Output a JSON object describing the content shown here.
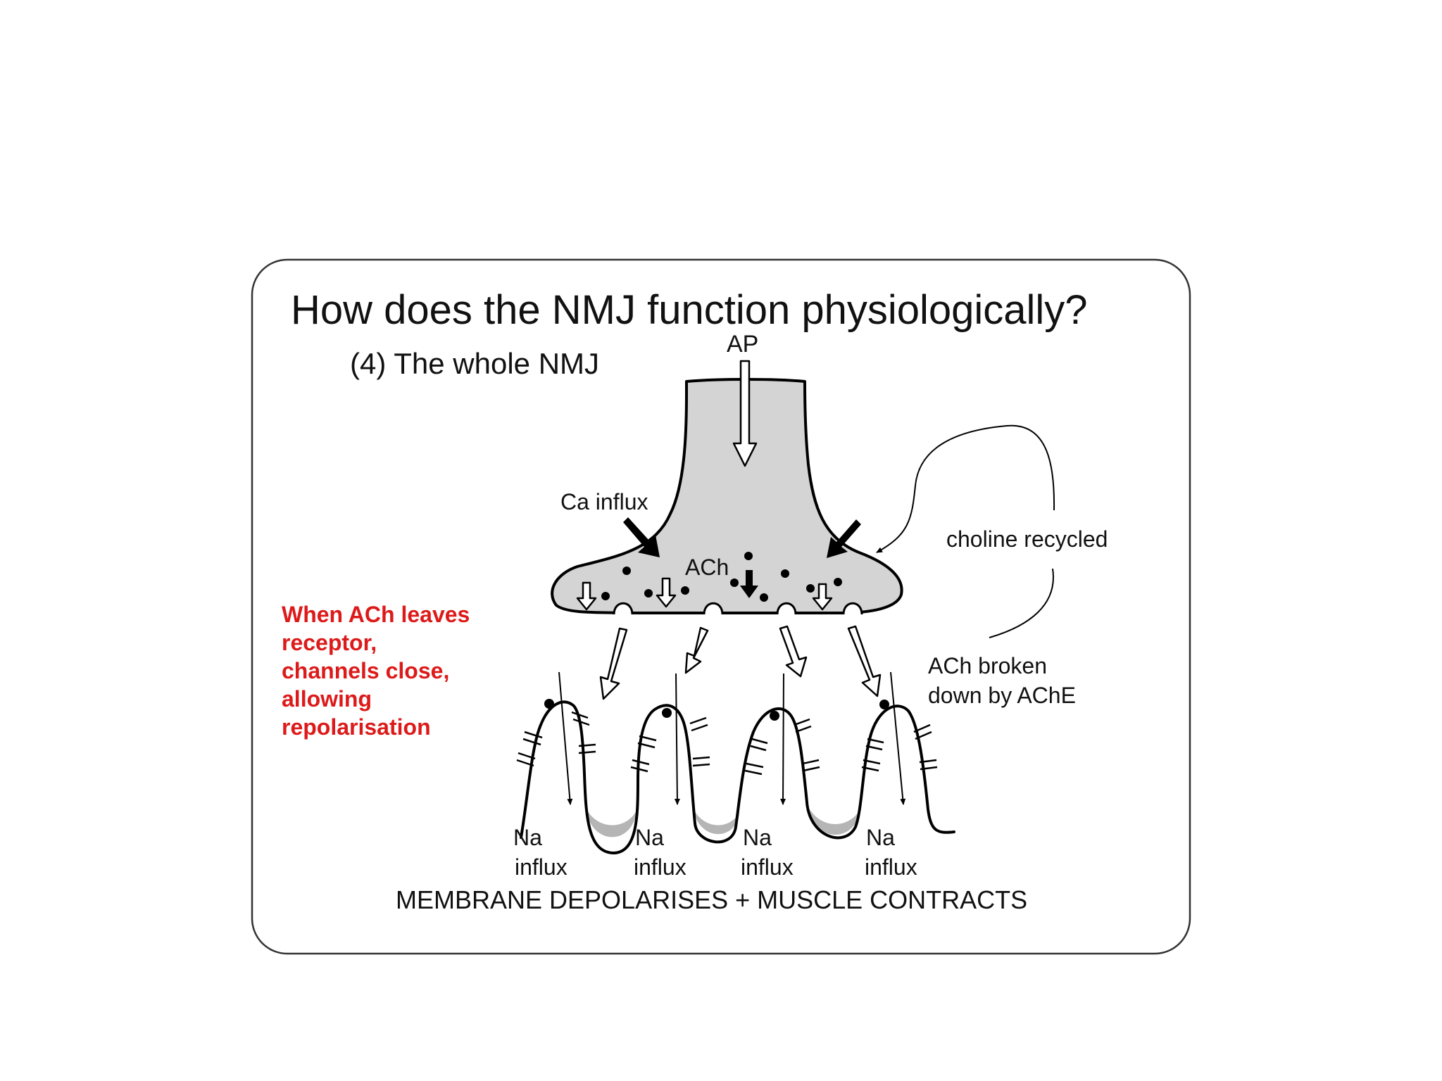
{
  "slide": {
    "title": "How does the NMJ function physiologically?",
    "subtitle": "(4) The whole NMJ",
    "footer": "MEMBRANE DEPOLARISES + MUSCLE CONTRACTS"
  },
  "labels": {
    "ap": "AP",
    "ca_influx": "Ca influx",
    "ach": "ACh",
    "choline_recycled": "choline recycled",
    "ach_broken_line1": "ACh broken",
    "ach_broken_line2": "down by AChE"
  },
  "note": {
    "lines": [
      "When ACh leaves",
      "receptor,",
      "channels close,",
      "allowing",
      "repolarisation"
    ],
    "color": "#dd1a1a"
  },
  "na_influx": [
    {
      "line1": "Na",
      "line2": "influx"
    },
    {
      "line1": "Na",
      "line2": "influx"
    },
    {
      "line1": "Na",
      "line2": "influx"
    },
    {
      "line1": "Na",
      "line2": "influx"
    }
  ],
  "colors": {
    "terminal_fill": "#d4d4d4",
    "fold_shade": "#b5b5b5",
    "frame_stroke": "#333333"
  }
}
